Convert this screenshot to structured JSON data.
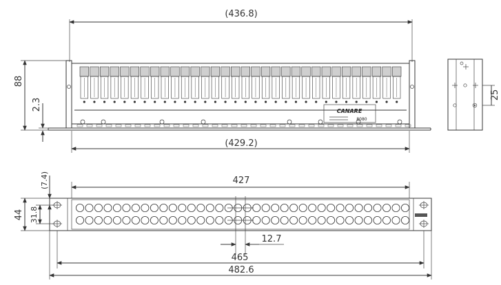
{
  "drawing": {
    "top_view": {
      "overall_width_label": "(436.8)",
      "inner_width_label": "(429.2)",
      "height_label": "88",
      "flange_label": "2.3",
      "logo_text": "CANARE",
      "model_label": "8080"
    },
    "side_view": {
      "hole_spacing_label": "25"
    },
    "front_view": {
      "width_427_label": "427",
      "height_44_label": "44",
      "height_318_label": "31.8",
      "offset_74_label": "(7.4)",
      "pitch_label": "12.7",
      "width_465_label": "465",
      "overall_width_label": "482.6",
      "port_columns": 36,
      "port_rows": 2
    }
  }
}
